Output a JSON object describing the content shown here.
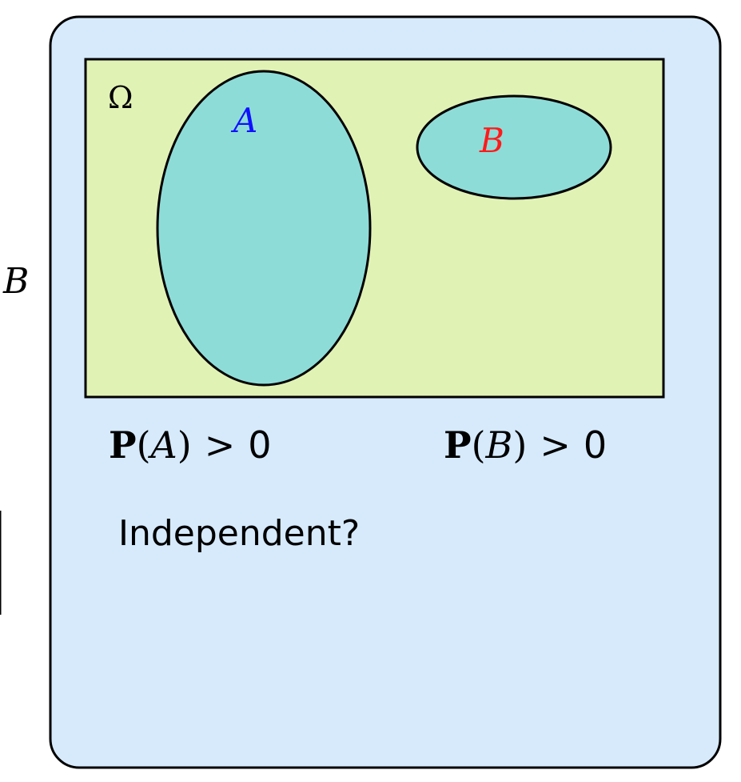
{
  "outside_label": "B",
  "sample_space": {
    "label": "Ω"
  },
  "event_a": {
    "label": "A",
    "label_color": "#1010ff"
  },
  "event_b": {
    "label": "B",
    "label_color": "#ff1a1a"
  },
  "prob_a": {
    "op": "P",
    "open": "(",
    "var": "A",
    "close": ")",
    "rel": ">",
    "value": "0"
  },
  "prob_b": {
    "op": "P",
    "open": "(",
    "var": "B",
    "close": ")",
    "rel": ">",
    "value": "0"
  },
  "question": "Independent?",
  "colors": {
    "card_fill": "#d6eafc",
    "card_stroke": "#000000",
    "omega_fill": "#e1f2b5",
    "event_fill": "#8edcd8",
    "text": "#000000"
  }
}
